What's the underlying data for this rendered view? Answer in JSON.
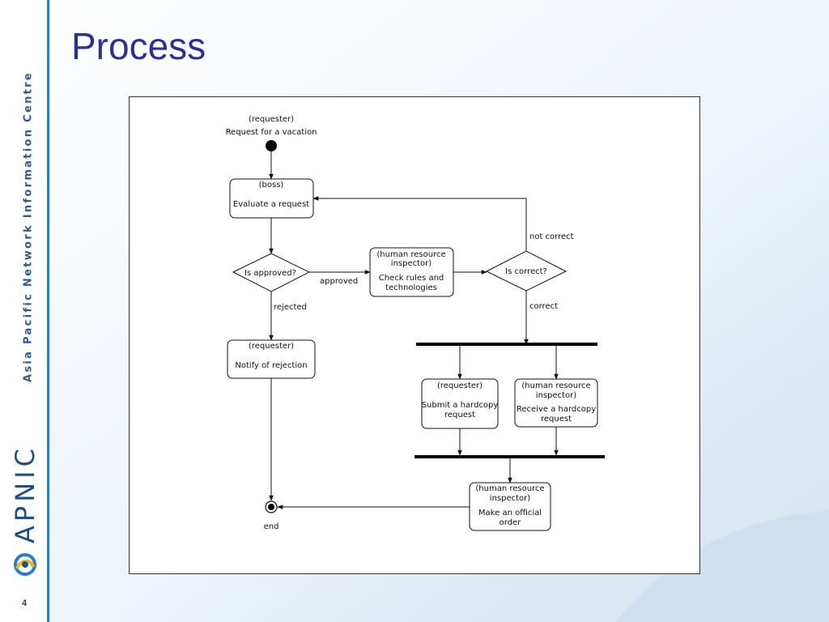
{
  "slide": {
    "title": "Process",
    "page_number": "4",
    "org_name": "Asia Pacific Network Information Centre",
    "logo_text": "APNIC"
  },
  "diagram": {
    "start_role": "(requester)",
    "start_label": "Request for a vacation",
    "evaluate": {
      "role": "(boss)",
      "label": "Evaluate a request"
    },
    "is_approved": "Is approved?",
    "approved": "approved",
    "rejected": "rejected",
    "notify": {
      "role": "(requester)",
      "label": "Notify of rejection"
    },
    "check": {
      "role1": "(human resource",
      "role2": "inspector)",
      "label1": "Check rules and",
      "label2": "technologies"
    },
    "is_correct": "Is correct?",
    "not_correct": "not correct",
    "correct": "correct",
    "submit": {
      "role": "(requester)",
      "label1": "Submit a hardcopy",
      "label2": "request"
    },
    "receive": {
      "role1": "(human resource",
      "role2": "inspector)",
      "label1": "Receive a hardcopy",
      "label2": "request"
    },
    "order": {
      "role1": "(human resource",
      "role2": "inspector)",
      "label1": "Make an official",
      "label2": "order"
    },
    "end": "end"
  }
}
